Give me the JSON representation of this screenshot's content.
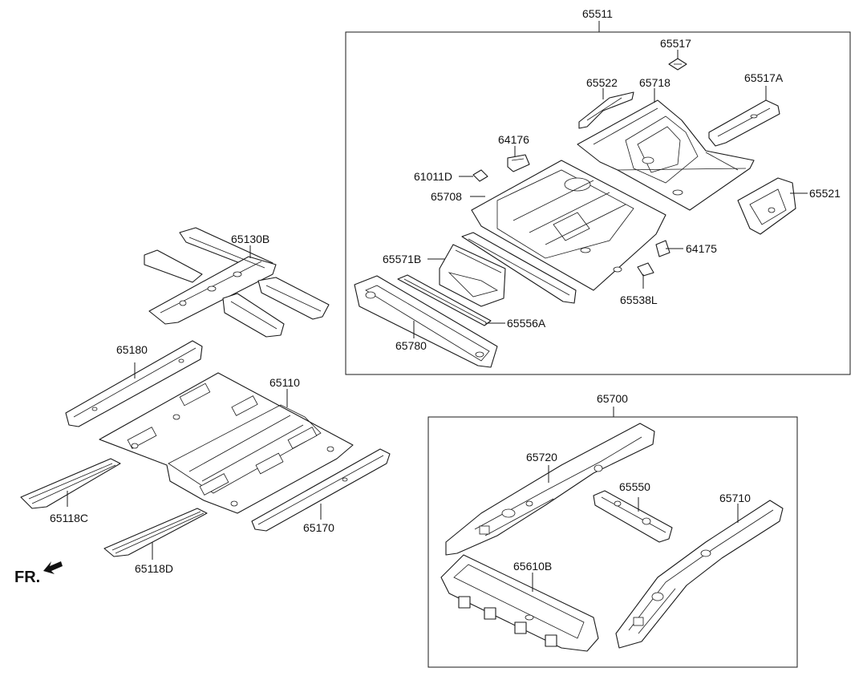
{
  "diagram": {
    "colors": {
      "line": "#1a1a1a",
      "background": "#ffffff"
    },
    "groups": {
      "rear_floor": "65511",
      "rear_members": "65700"
    },
    "parts": {
      "p65517": "65517",
      "p65522": "65522",
      "p65718": "65718",
      "p65517A": "65517A",
      "p64176": "64176",
      "p61011D": "61011D",
      "p65708": "65708",
      "p65521": "65521",
      "p65571B": "65571B",
      "p64175": "64175",
      "p65538L": "65538L",
      "p65556A": "65556A",
      "p65780": "65780",
      "p65130B": "65130B",
      "p65180": "65180",
      "p65110": "65110",
      "p65118C": "65118C",
      "p65170": "65170",
      "p65118D": "65118D",
      "p65720": "65720",
      "p65550": "65550",
      "p65710": "65710",
      "p65610B": "65610B"
    },
    "front_indicator": {
      "label": "FR.",
      "icon": "arrow-icon"
    }
  }
}
